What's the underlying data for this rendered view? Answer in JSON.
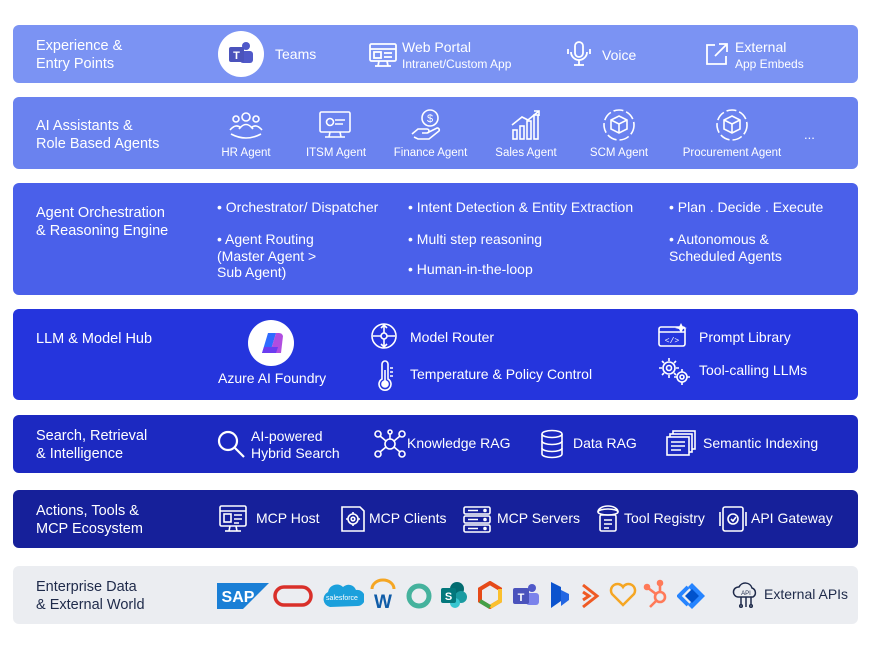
{
  "layers": {
    "experience": {
      "title": "Experience &\nEntry Points",
      "items": [
        {
          "icon": "teams-icon",
          "label": "Teams"
        },
        {
          "icon": "web-portal-icon",
          "label": "Web Portal",
          "sub": "Intranet/Custom App"
        },
        {
          "icon": "microphone-icon",
          "label": "Voice"
        },
        {
          "icon": "external-link-icon",
          "label": "External",
          "sub": "App Embeds"
        }
      ]
    },
    "assistants": {
      "title": "AI Assistants &\nRole Based Agents",
      "agents": [
        {
          "icon": "hr-agent-icon",
          "label": "HR Agent"
        },
        {
          "icon": "itsm-agent-icon",
          "label": "ITSM Agent"
        },
        {
          "icon": "finance-agent-icon",
          "label": "Finance Agent"
        },
        {
          "icon": "sales-agent-icon",
          "label": "Sales Agent"
        },
        {
          "icon": "scm-agent-icon",
          "label": "SCM Agent"
        },
        {
          "icon": "procurement-agent-icon",
          "label": "Procurement Agent"
        }
      ],
      "more": "..."
    },
    "orchestration": {
      "title": "Agent Orchestration\n& Reasoning Engine",
      "bullets": [
        "• Orchestrator/ Dispatcher",
        "• Agent Routing\n  (Master Agent >\n  Sub Agent)",
        "• Intent Detection & Entity Extraction",
        "• Multi step reasoning",
        "• Human-in-the-loop",
        "• Plan . Decide . Execute",
        "• Autonomous &\n  Scheduled Agents"
      ]
    },
    "llm": {
      "title": "LLM & Model Hub",
      "foundry": "Azure AI Foundry",
      "items": [
        {
          "icon": "model-router-icon",
          "label": "Model Router"
        },
        {
          "icon": "thermometer-icon",
          "label": "Temperature & Policy Control"
        },
        {
          "icon": "prompt-library-icon",
          "label": "Prompt Library"
        },
        {
          "icon": "gears-icon",
          "label": "Tool-calling LLMs"
        }
      ]
    },
    "search": {
      "title": "Search, Retrieval\n& Intelligence",
      "items": [
        {
          "icon": "search-icon",
          "label": "AI-powered\nHybrid Search"
        },
        {
          "icon": "knowledge-graph-icon",
          "label": "Knowledge RAG"
        },
        {
          "icon": "database-icon",
          "label": "Data RAG"
        },
        {
          "icon": "stack-icon",
          "label": "Semantic Indexing"
        }
      ]
    },
    "actions": {
      "title": "Actions, Tools &\nMCP Ecosystem",
      "items": [
        {
          "icon": "mcp-host-icon",
          "label": "MCP Host"
        },
        {
          "icon": "mcp-clients-icon",
          "label": "MCP Clients"
        },
        {
          "icon": "server-icon",
          "label": "MCP Servers"
        },
        {
          "icon": "tool-registry-icon",
          "label": "Tool Registry"
        },
        {
          "icon": "api-gateway-icon",
          "label": "API Gateway"
        }
      ]
    },
    "enterprise": {
      "title": "Enterprise Data\n& External World",
      "logos": {
        "sap": "SAP",
        "salesforce": "salesforce",
        "workday": "W",
        "sharepoint": "S"
      },
      "external": "External APIs",
      "api_badge": "API"
    }
  },
  "colors": {
    "layer1": "#7b93f3",
    "layer2": "#6a82ef",
    "layer3": "#4a60ea",
    "layer4": "#2535dd",
    "layer5": "#1c29c1",
    "layer6": "#16209a",
    "layer7": "#ebedf1"
  }
}
